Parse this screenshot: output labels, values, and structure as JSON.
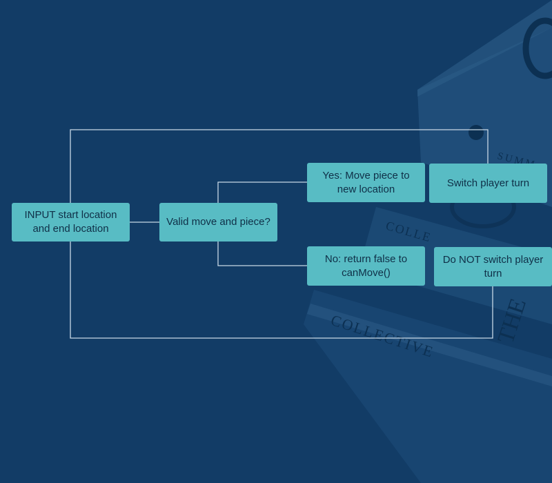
{
  "background": {
    "base_color": "#143d66",
    "overlay_color": "#0f3c66",
    "node_color": "#58bcc4",
    "line_color": "#c9d9e6"
  },
  "nodes": {
    "input": "INPUT start location and end location",
    "decision": "Valid move and piece?",
    "yes": "Yes: Move piece to new location",
    "no": "No: return false to canMove()",
    "switch": "Switch player turn",
    "no_switch": "Do NOT switch player turn"
  },
  "book_text": {
    "top_book": "SUMM",
    "mid_book": "COLLE",
    "bottom_book": "COLLECTIVE",
    "spine": "THE"
  }
}
